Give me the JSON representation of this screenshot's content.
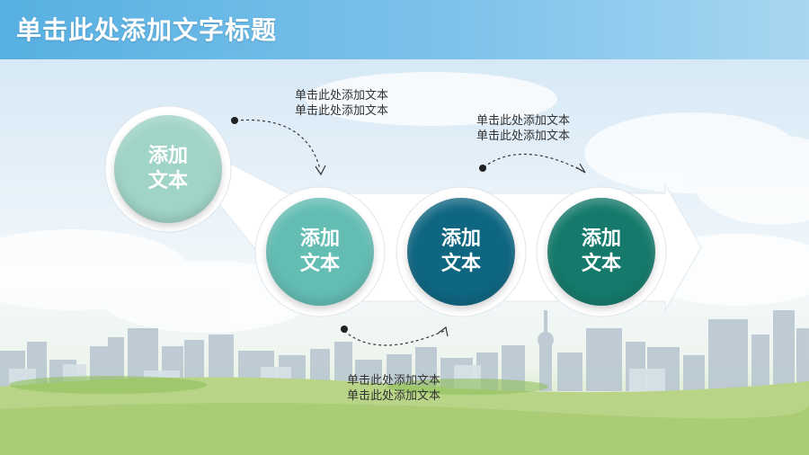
{
  "title": "单击此处添加文字标题",
  "colors": {
    "circle_1": "#9fd4c6",
    "circle_2": "#63bdb3",
    "circle_3": "#0f6681",
    "circle_4": "#157a6b"
  },
  "circles": [
    {
      "label": "添加文本"
    },
    {
      "label": "添加文本"
    },
    {
      "label": "添加文本"
    },
    {
      "label": "添加文本"
    }
  ],
  "notes": [
    {
      "text": "单击此处添加文本\n单击此处添加文本"
    },
    {
      "text": "单击此处添加文本\n单击此处添加文本"
    },
    {
      "text": "单击此处添加文本\n单击此处添加文本"
    }
  ]
}
